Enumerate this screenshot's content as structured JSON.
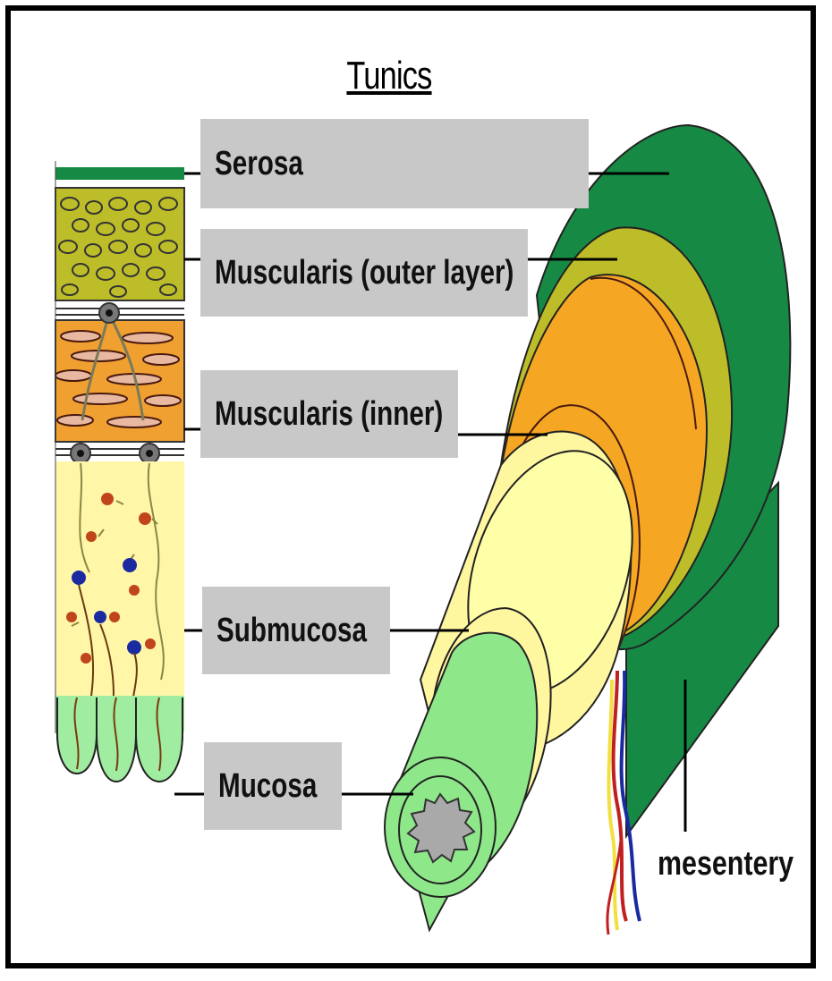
{
  "title": "Tunics",
  "labels": {
    "serosa": "Serosa",
    "muscularis_outer": "Muscularis (outer layer)",
    "muscularis_inner": "Muscularis (inner)",
    "submucosa": "Submucosa",
    "mucosa": "Mucosa",
    "mesentery": "mesentery"
  },
  "colors": {
    "serosa": "#168a44",
    "muscularis_outer": "#bdbd2a",
    "muscularis_inner": "#f5a623",
    "submucosa": "#fff6a0",
    "mucosa": "#8ee88a",
    "lumen": "#a9a9a9",
    "label_box": "#c8c8c8"
  }
}
